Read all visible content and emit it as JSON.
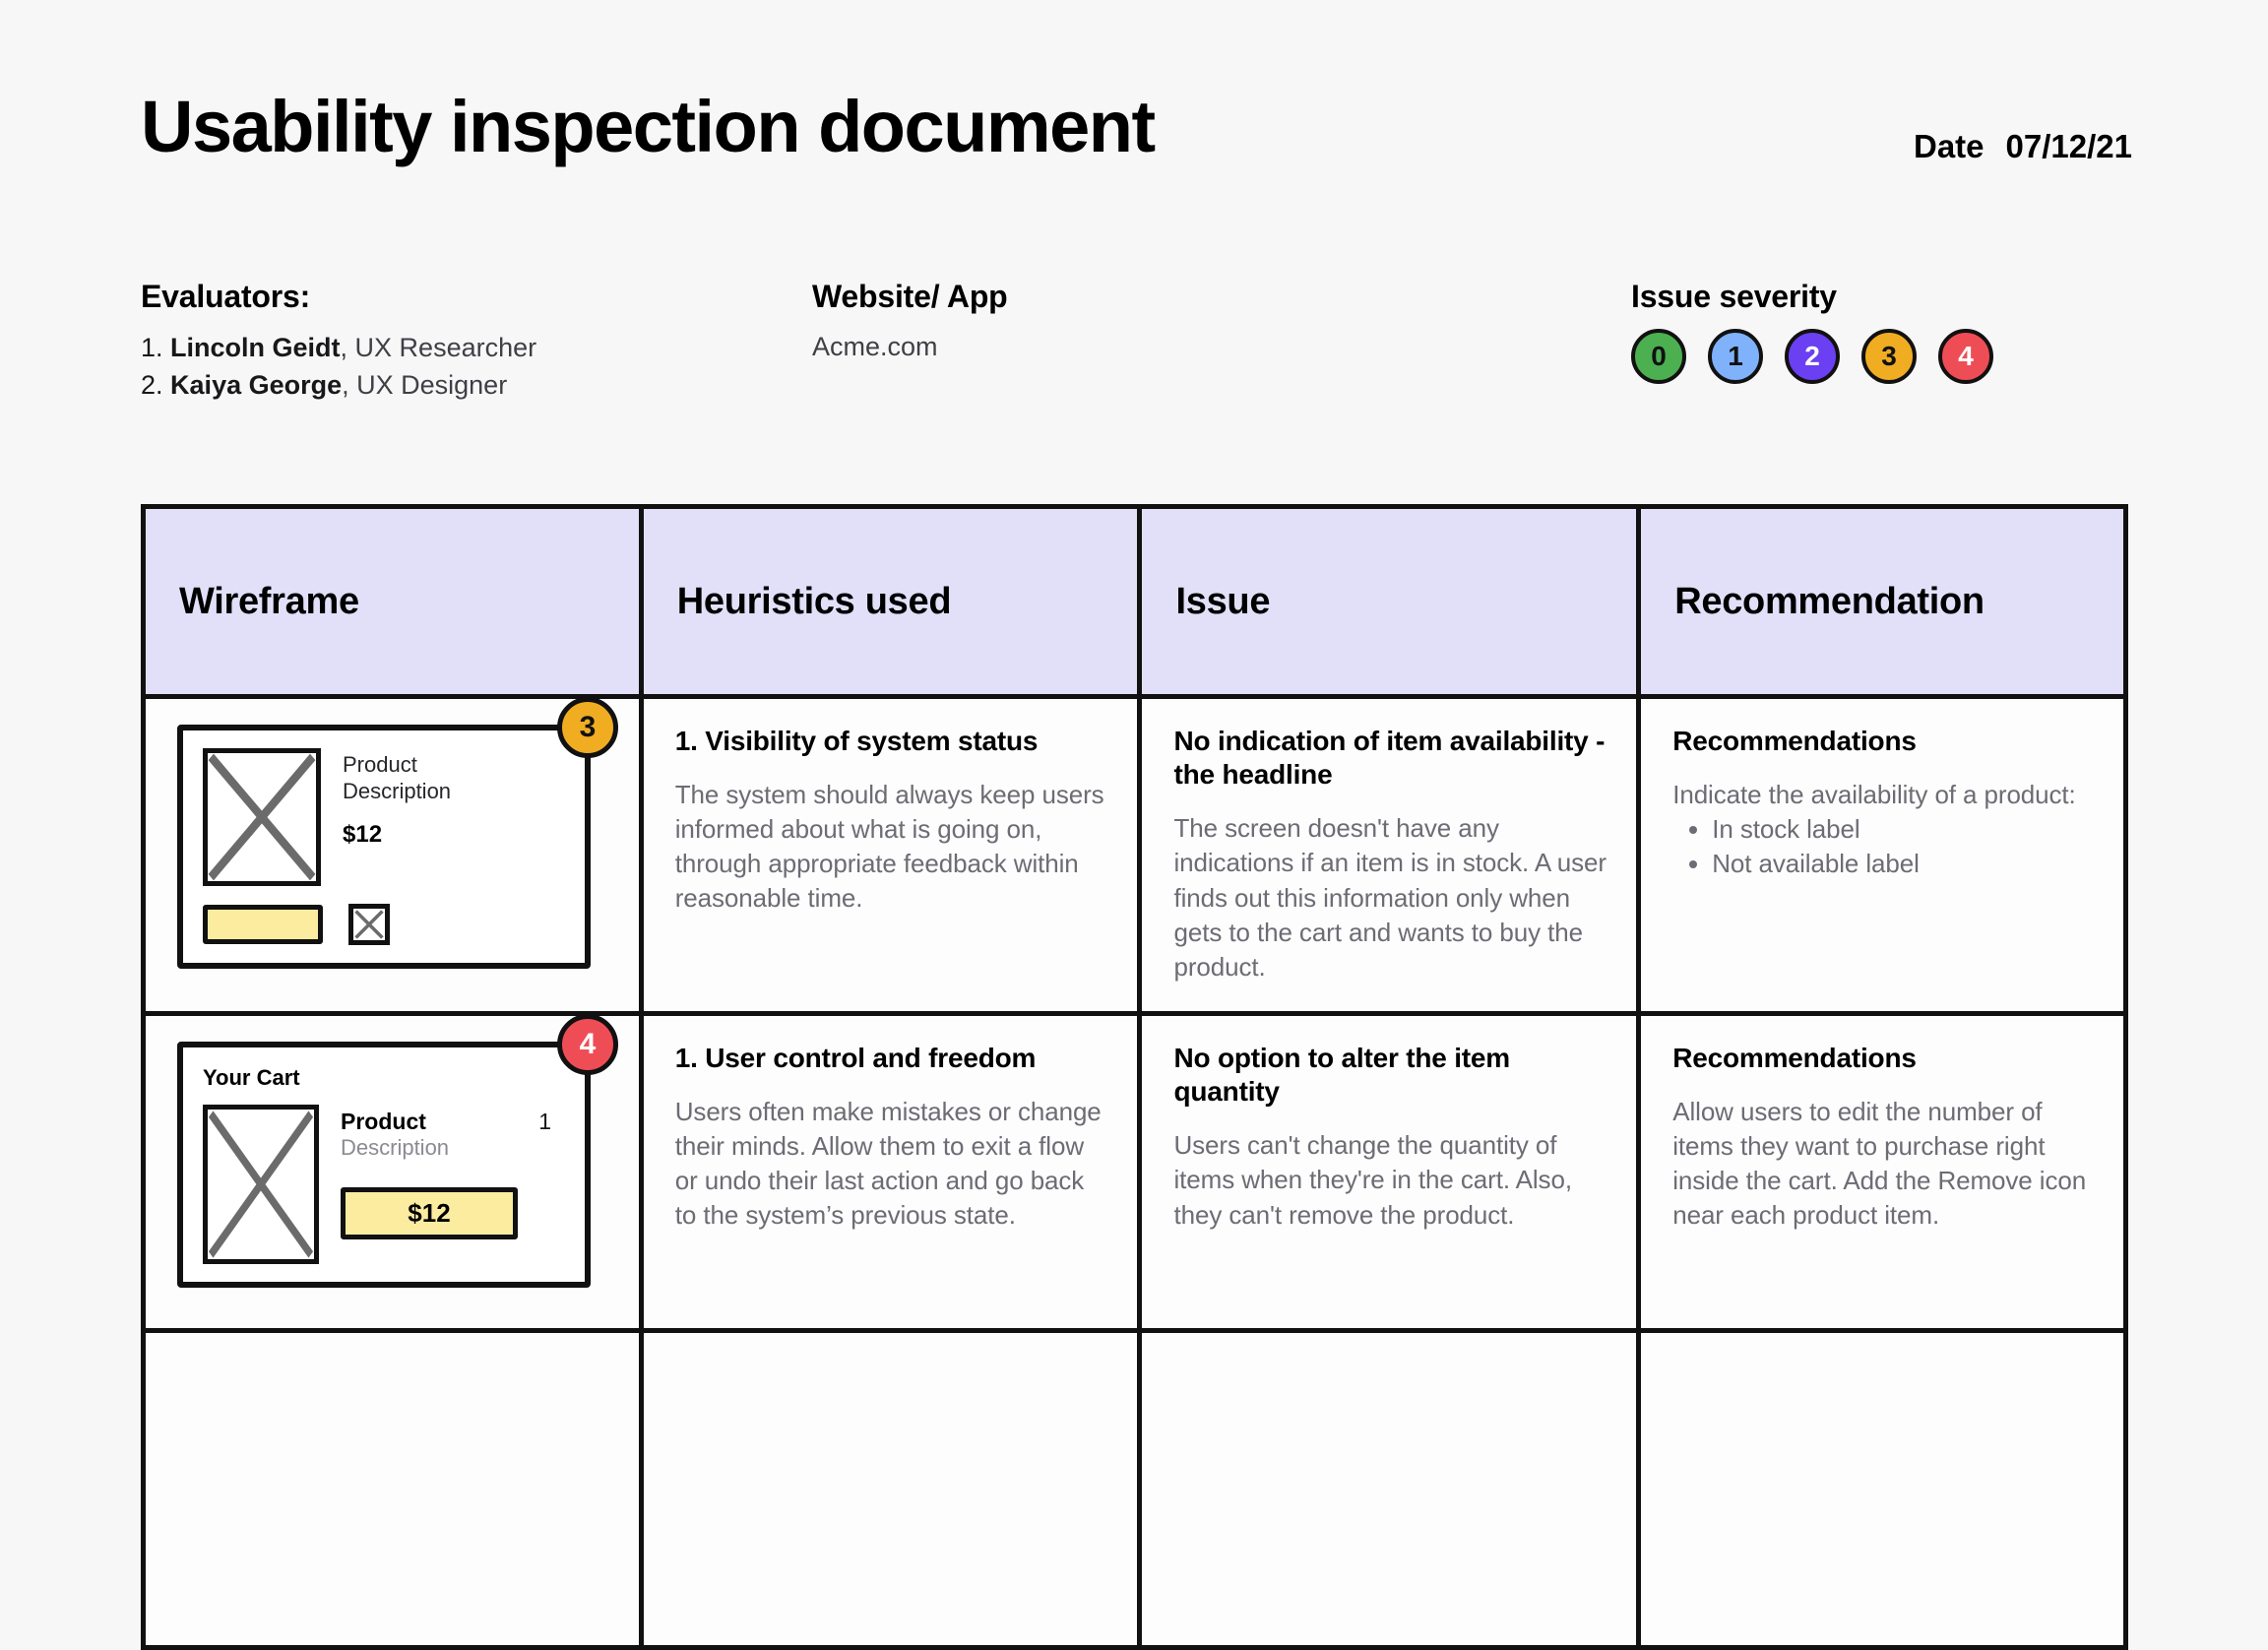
{
  "document": {
    "title": "Usability inspection document",
    "date_label": "Date",
    "date_value": "07/12/21"
  },
  "meta": {
    "evaluators": {
      "heading": "Evaluators:",
      "items": [
        {
          "num": "1.",
          "name": "Lincoln Geidt",
          "role": ", UX Researcher"
        },
        {
          "num": "2.",
          "name": "Kaiya George",
          "role": ", UX Designer"
        }
      ]
    },
    "website": {
      "heading": "Website/ App",
      "value": "Acme.com"
    },
    "severity": {
      "heading": "Issue severity",
      "levels": [
        {
          "label": "0",
          "fill": "#4CAF50",
          "text": "#111111"
        },
        {
          "label": "1",
          "fill": "#7FB2FB",
          "text": "#111111"
        },
        {
          "label": "2",
          "fill": "#6B3FF2",
          "text": "#FFFFFF"
        },
        {
          "label": "3",
          "fill": "#F0AD22",
          "text": "#111111"
        },
        {
          "label": "4",
          "fill": "#EF4D56",
          "text": "#FFFFFF"
        }
      ]
    }
  },
  "table": {
    "headers": [
      "Wireframe",
      "Heuristics used",
      "Issue",
      "Recommendation"
    ],
    "rows": [
      {
        "wireframe": {
          "badge": "3",
          "badge_fill": "#F0AD22",
          "badge_text": "#111111",
          "product_line1": "Product",
          "product_line2": "Description",
          "price": "$12"
        },
        "heuristic": {
          "title": "1. Visibility of system status",
          "body": "The system should always keep users informed about what is going on, through appropriate feedback within reasonable time."
        },
        "issue": {
          "title": "No indication of item availability - the headline",
          "body": "The screen doesn't have any indications if an item is in stock. A user finds out this information only when gets to the cart and wants to buy the product."
        },
        "recommendation": {
          "title": "Recommendations",
          "body": "Indicate the availability of a product:",
          "bullets": [
            "In stock label",
            "Not available label"
          ]
        }
      },
      {
        "wireframe": {
          "badge": "4",
          "badge_fill": "#EF4D56",
          "badge_text": "#FFFFFF",
          "cart_title": "Your Cart",
          "product_name": "Product",
          "quantity": "1",
          "product_desc": "Description",
          "price": "$12"
        },
        "heuristic": {
          "title": "1. User control and freedom",
          "body": "Users often make mistakes or change their minds. Allow them to exit a flow or undo their last action and go back to the system’s previous state."
        },
        "issue": {
          "title": "No option to alter the item quantity",
          "body": "Users can't change the quantity of items when they're in the cart. Also, they can't remove the product."
        },
        "recommendation": {
          "title": "Recommendations",
          "body": "Allow users to edit the number of items they want to purchase right inside the cart. Add the Remove icon near each product item."
        }
      }
    ]
  }
}
